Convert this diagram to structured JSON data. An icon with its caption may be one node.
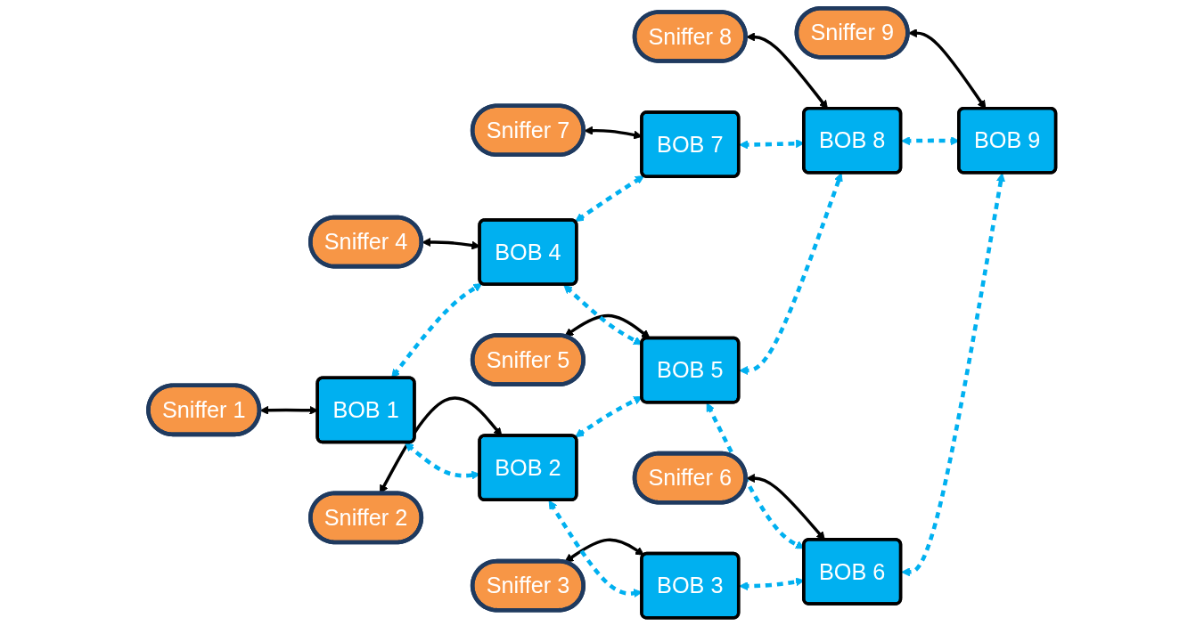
{
  "diagram": {
    "nodes": [
      {
        "text": [
          "Sniffer 1"
        ]
      },
      {
        "text": [
          "BOB 1"
        ]
      },
      {
        "text": [
          "Sniffer 4"
        ]
      },
      {
        "text": [
          "BOB 4"
        ]
      },
      {
        "text": [
          "Sniffer 7"
        ]
      },
      {
        "text": [
          "BOB 7"
        ]
      },
      {
        "text": [
          "Sniffer 2"
        ]
      },
      {
        "text": [
          "BOB 2"
        ]
      },
      {
        "text": [
          "Sniffer 5"
        ]
      },
      {
        "text": [
          "BOB 5"
        ]
      },
      {
        "text": [
          "Sniffer 8"
        ]
      },
      {
        "text": [
          "BOB 8"
        ]
      },
      {
        "text": [
          "Sniffer 3"
        ]
      },
      {
        "text": [
          "BOB 3"
        ]
      },
      {
        "text": [
          "Sniffer 6"
        ]
      },
      {
        "text": [
          "BOB 6"
        ]
      },
      {
        "text": [
          "Sniffer 9"
        ]
      },
      {
        "text": [
          "BOB 9"
        ]
      }
    ],
    "edges": [
      {
        "from": 0,
        "to": 1,
        "arrow": "both",
        "color": "#000000"
      },
      {
        "from": 2,
        "to": 3,
        "arrow": "both",
        "color": "#000000"
      },
      {
        "from": 4,
        "to": 5,
        "arrow": "both",
        "color": "#000000"
      },
      {
        "from": 6,
        "to": 7,
        "arrow": "both",
        "color": "#000000"
      },
      {
        "from": 8,
        "to": 9,
        "arrow": "both",
        "color": "#000000"
      },
      {
        "from": 10,
        "to": 11,
        "arrow": "both",
        "color": "#000000"
      },
      {
        "from": 12,
        "to": 13,
        "arrow": "both",
        "color": "#000000"
      },
      {
        "from": 14,
        "to": 15,
        "arrow": "both",
        "color": "#000000"
      },
      {
        "from": 16,
        "to": 17,
        "arrow": "both",
        "color": "#000000"
      },
      {
        "from": 1,
        "to": 3,
        "arrow": "both",
        "style": "dashed"
      },
      {
        "from": 3,
        "to": 5,
        "arrow": "both",
        "style": "dashed"
      },
      {
        "from": 1,
        "to": 7,
        "arrow": "both",
        "style": "dashed"
      },
      {
        "from": 3,
        "to": 9,
        "arrow": "both",
        "style": "dashed"
      },
      {
        "from": 5,
        "to": 11,
        "arrow": "both",
        "style": "dashed"
      },
      {
        "from": 7,
        "to": 9,
        "arrow": "both",
        "style": "dashed"
      },
      {
        "from": 9,
        "to": 11,
        "arrow": "both",
        "style": "dashed"
      },
      {
        "from": 7,
        "to": 13,
        "arrow": "both",
        "style": "dashed"
      },
      {
        "from": 9,
        "to": 15,
        "arrow": "both",
        "style": "dashed"
      },
      {
        "from": 11,
        "to": 17,
        "arrow": "both",
        "style": "dashed"
      },
      {
        "from": 13,
        "to": 15,
        "arrow": "both",
        "style": "dashed"
      },
      {
        "from": 15,
        "to": 17,
        "arrow": "both",
        "style": "dashed"
      }
    ]
  }
}
